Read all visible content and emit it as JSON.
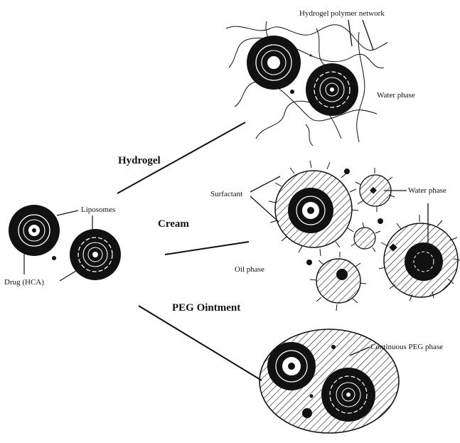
{
  "labels": {
    "hydrogel_network": "Hydrogel polymer network",
    "water_phase_top": "Water phase",
    "hydrogel": "Hydrogel",
    "liposomes": "Liposomes",
    "drug": "Drug (HCA)",
    "surfactant": "Surfactant",
    "water_phase_cream": "Water phase",
    "cream": "Cream",
    "oil_phase": "Oil phase",
    "peg_ointment": "PEG Ointment",
    "continuous_peg": "Continuous PEG phase"
  },
  "colors": {
    "ink": "#111111",
    "paper": "#ffffff"
  }
}
